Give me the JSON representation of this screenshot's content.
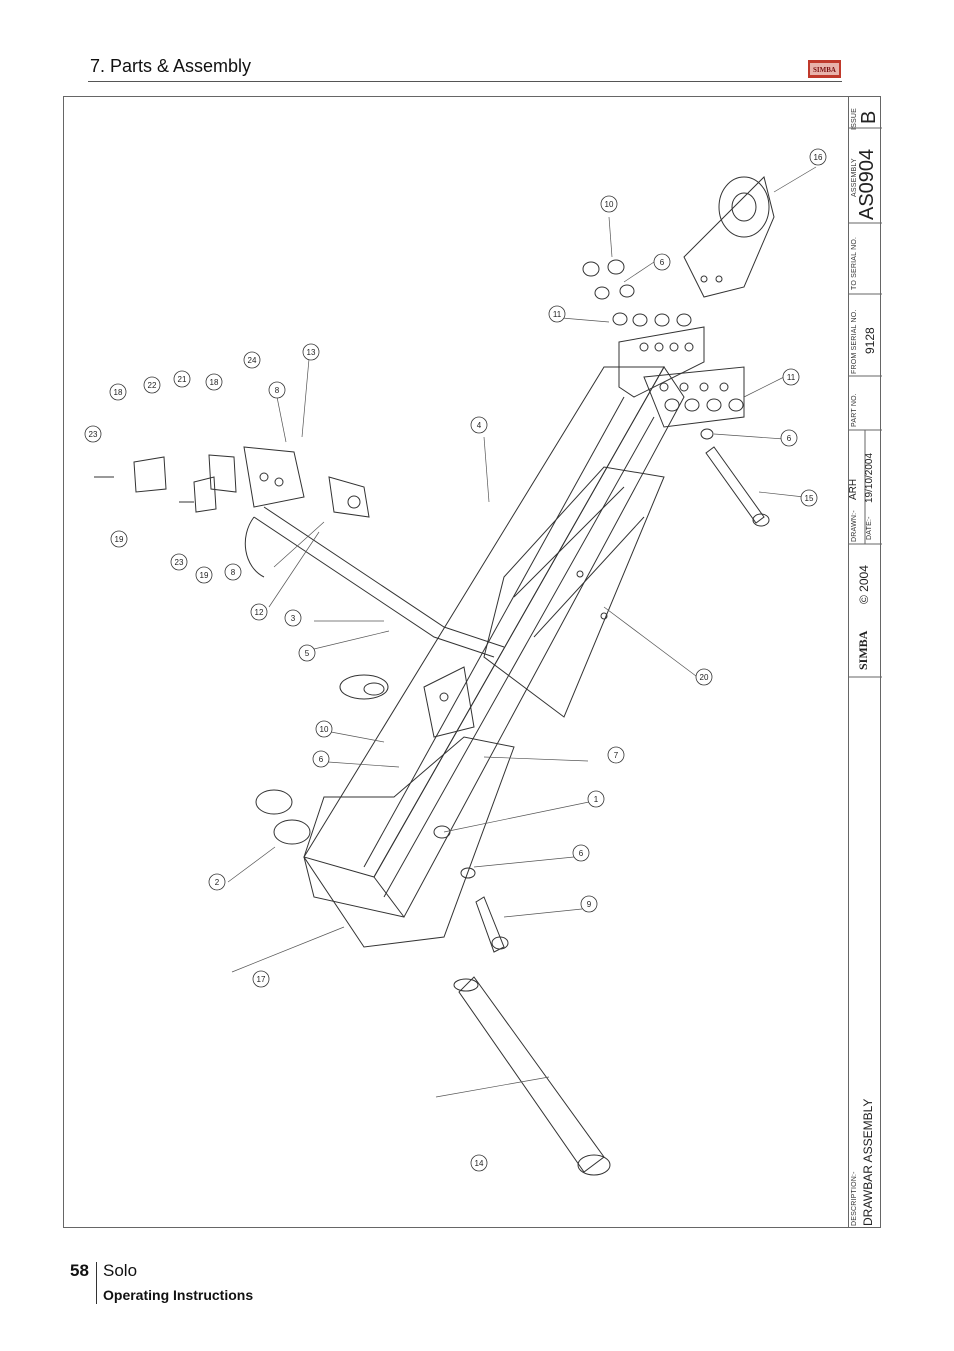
{
  "header": {
    "section_title": "7. Parts & Assembly",
    "logo_text": "SIMBA"
  },
  "title_block": {
    "description_label": "DESCRIPTION:-",
    "description": "DRAWBAR ASSEMBLY",
    "brand": "SIMBA",
    "copyright": "© 2004",
    "drawn_label": "DRAWN:-",
    "drawn_by": "ARH",
    "date_label": "DATE:-",
    "date": "19/10/2004",
    "part_no_label": "PART NO.",
    "part_no": "",
    "from_serial_label": "FROM SERIAL NO.",
    "from_serial": "9128",
    "to_serial_label": "TO SERIAL NO.",
    "to_serial": "",
    "assembly_label": "ASSEMBLY",
    "assembly": "AS0904",
    "issue_label": "ISSUE",
    "issue": "B"
  },
  "callouts": [
    {
      "n": "1"
    },
    {
      "n": "2"
    },
    {
      "n": "3"
    },
    {
      "n": "4"
    },
    {
      "n": "5"
    },
    {
      "n": "6"
    },
    {
      "n": "6"
    },
    {
      "n": "6"
    },
    {
      "n": "6"
    },
    {
      "n": "7"
    },
    {
      "n": "8"
    },
    {
      "n": "8"
    },
    {
      "n": "9"
    },
    {
      "n": "10"
    },
    {
      "n": "10"
    },
    {
      "n": "11"
    },
    {
      "n": "11"
    },
    {
      "n": "12"
    },
    {
      "n": "13"
    },
    {
      "n": "14"
    },
    {
      "n": "15"
    },
    {
      "n": "16"
    },
    {
      "n": "17"
    },
    {
      "n": "18"
    },
    {
      "n": "18"
    },
    {
      "n": "19"
    },
    {
      "n": "19"
    },
    {
      "n": "20"
    },
    {
      "n": "21"
    },
    {
      "n": "22"
    },
    {
      "n": "23"
    },
    {
      "n": "23"
    },
    {
      "n": "24"
    }
  ],
  "footer": {
    "page_number": "58",
    "product": "Solo",
    "subtitle": "Operating Instructions"
  }
}
